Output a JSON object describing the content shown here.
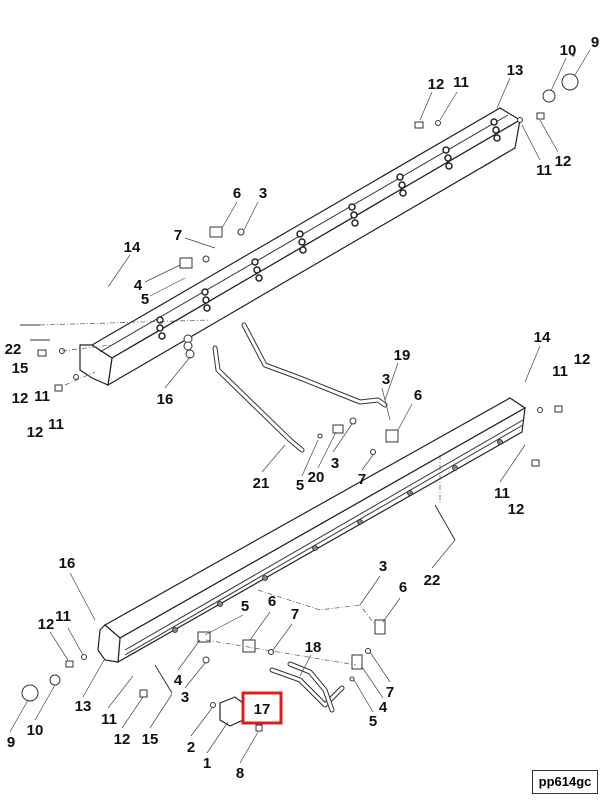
{
  "diagram": {
    "highlight_color": "#e01b1b",
    "highlighted_callout": "17",
    "figure_code": "pp614gc",
    "callouts": {
      "upper": [
        "9",
        "10",
        "13",
        "12",
        "11",
        "11",
        "12",
        "6",
        "3",
        "7",
        "14",
        "4",
        "5",
        "22",
        "15",
        "12",
        "11",
        "16",
        "12",
        "11"
      ],
      "middle": [
        "19",
        "3",
        "6",
        "21",
        "5",
        "20",
        "3",
        "7",
        "14",
        "11",
        "12",
        "11",
        "12",
        "22"
      ],
      "lower": [
        "16",
        "12",
        "11",
        "3",
        "6",
        "5",
        "6",
        "7",
        "18",
        "4",
        "3",
        "13",
        "11",
        "12",
        "15",
        "9",
        "10",
        "2",
        "1",
        "8",
        "17",
        "7",
        "4",
        "5"
      ]
    }
  }
}
